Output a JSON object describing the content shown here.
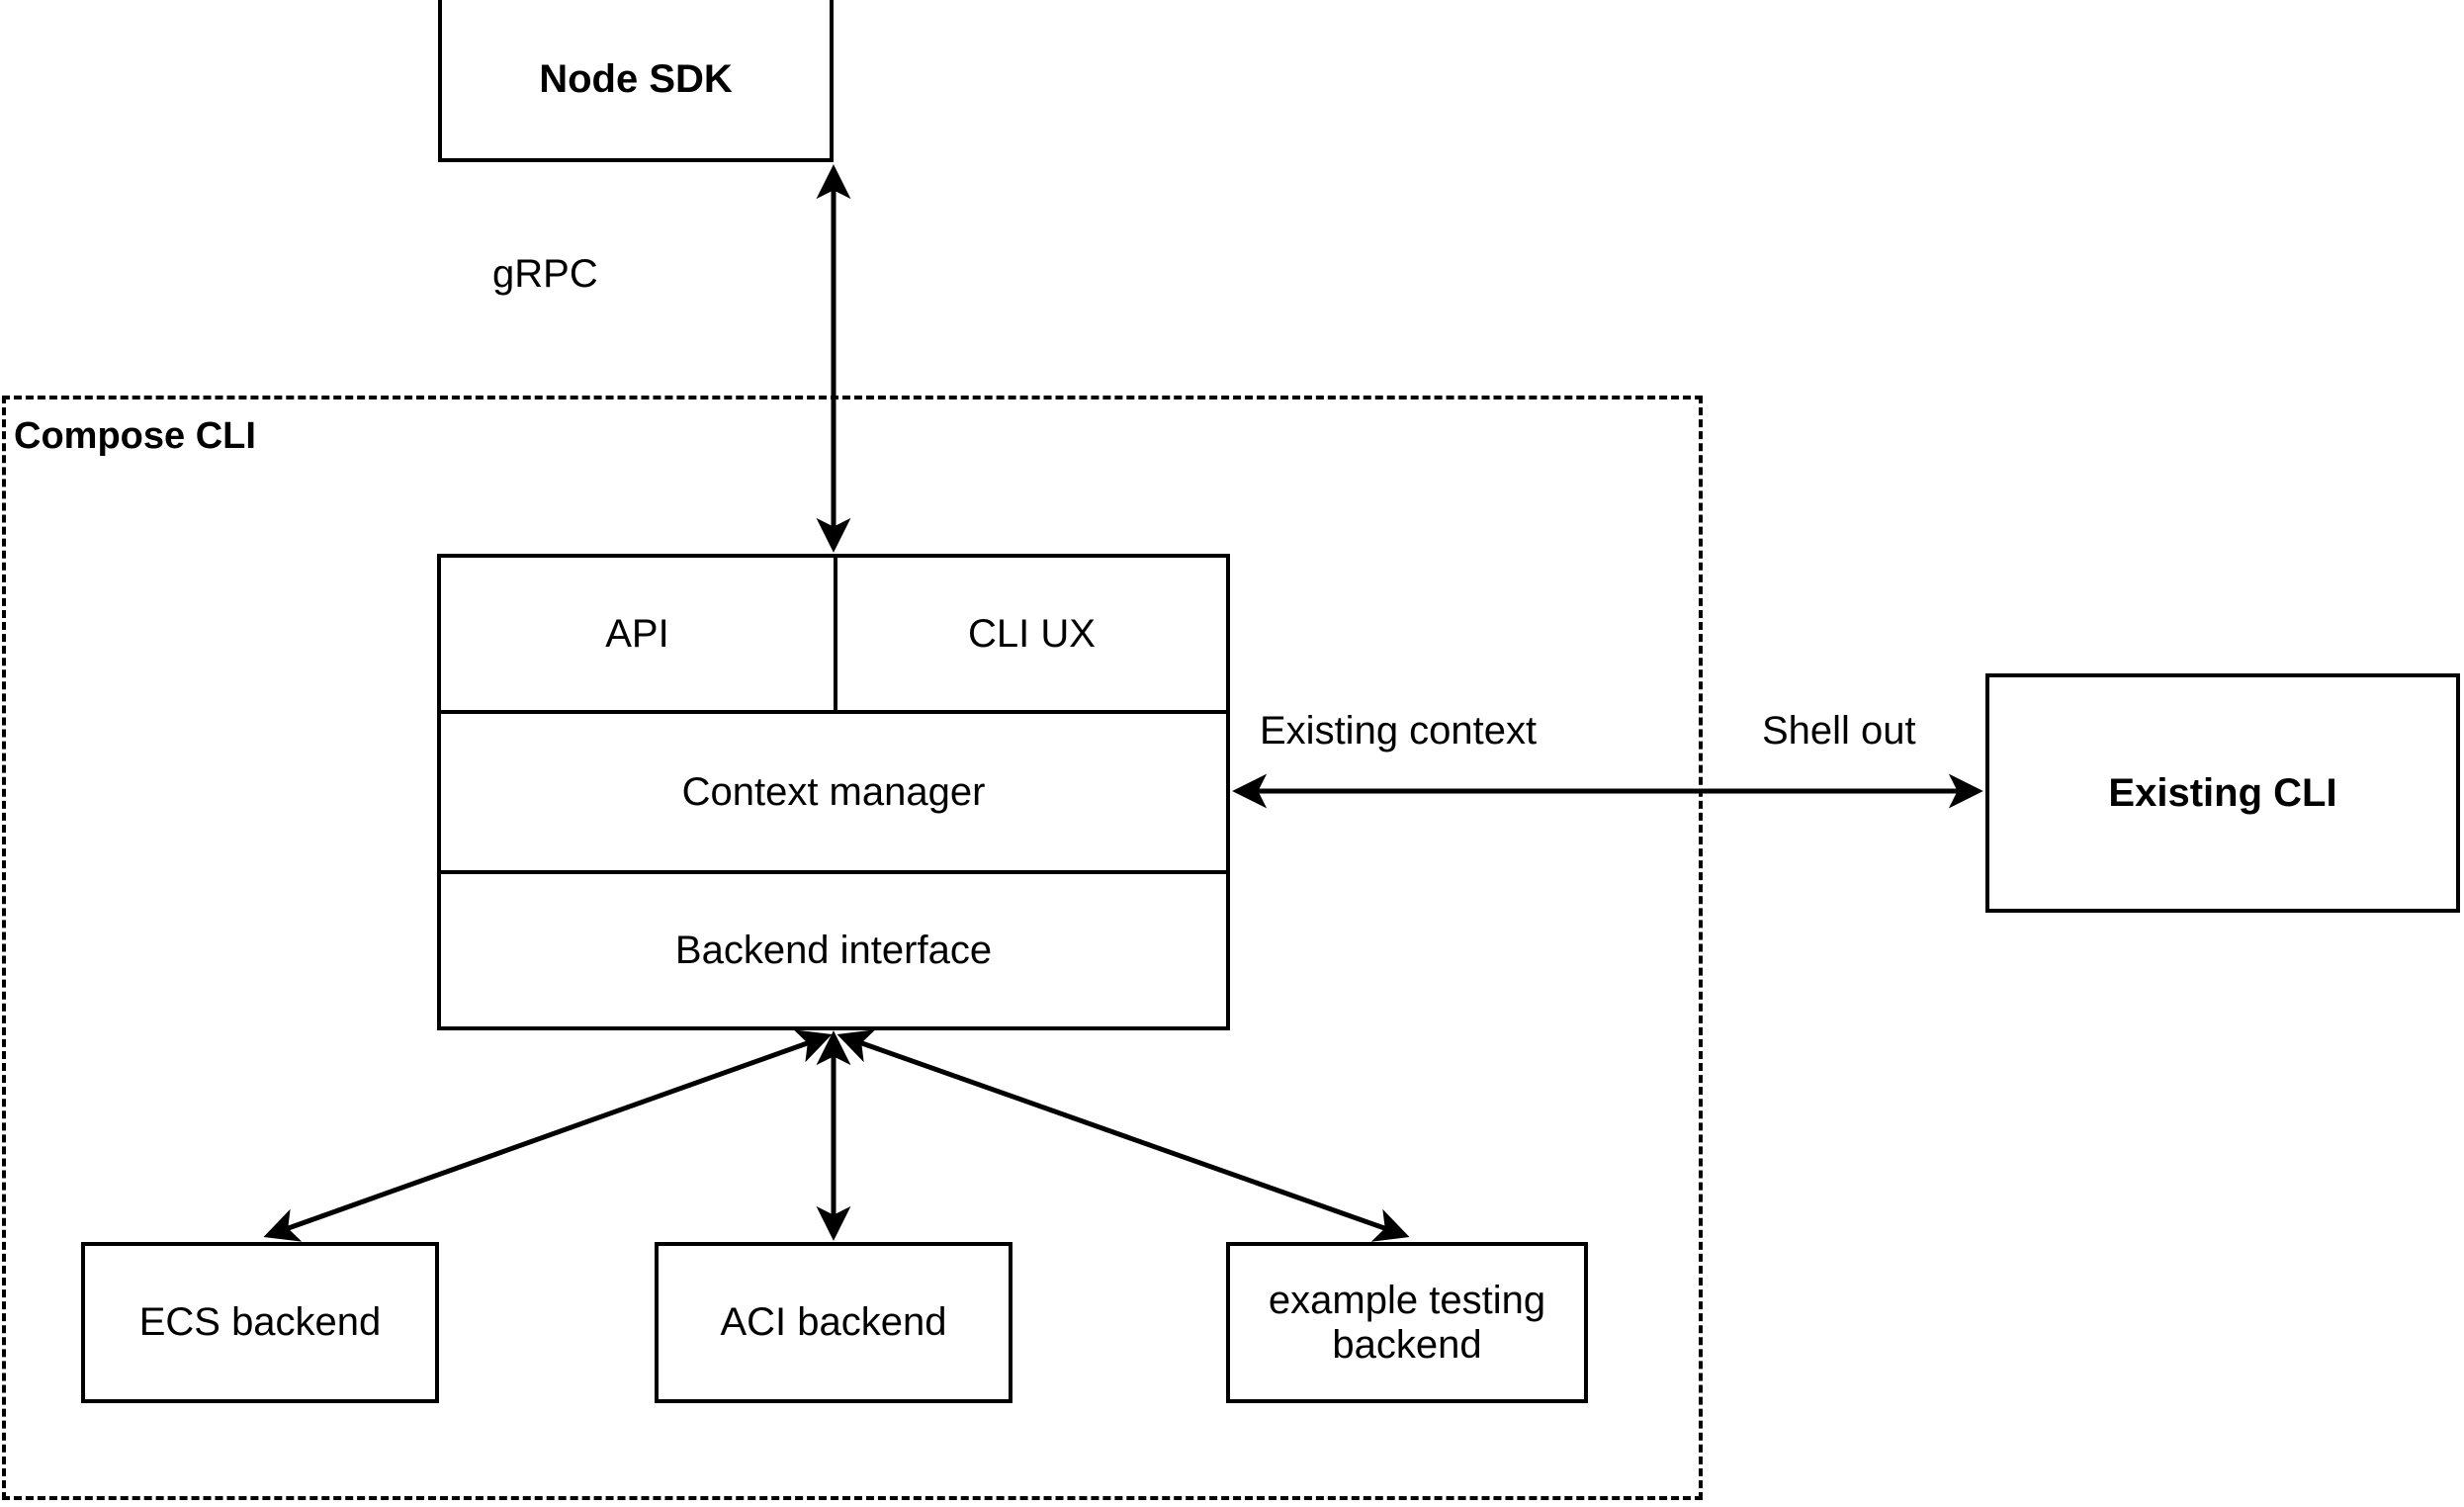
{
  "diagram": {
    "title_group": {
      "label": "Compose CLI"
    },
    "nodes": [
      {
        "id": "node-sdk",
        "label": "Node SDK",
        "bold": true
      },
      {
        "id": "api",
        "label": "API",
        "bold": false
      },
      {
        "id": "cli-ux",
        "label": "CLI UX",
        "bold": false
      },
      {
        "id": "context-manager",
        "label": "Context manager",
        "bold": false
      },
      {
        "id": "backend-interface",
        "label": "Backend interface",
        "bold": false
      },
      {
        "id": "existing-cli",
        "label": "Existing CLI",
        "bold": true
      },
      {
        "id": "ecs-backend",
        "label": "ECS backend",
        "bold": false
      },
      {
        "id": "aci-backend",
        "label": "ACI backend",
        "bold": false
      },
      {
        "id": "example-testing-backend",
        "label": "example testing\nbackend",
        "bold": false
      }
    ],
    "edges": [
      {
        "id": "grpc",
        "label": "gRPC",
        "from": "compose-cli-stack",
        "to": "node-sdk",
        "direction": "both"
      },
      {
        "id": "existing-context",
        "label": "Existing context",
        "from": "existing-cli",
        "to": "context-manager",
        "direction": "both"
      },
      {
        "id": "shell-out",
        "label": "Shell out",
        "from": "context-manager",
        "to": "existing-cli",
        "direction": "both"
      },
      {
        "id": "backend-ecs",
        "label": "",
        "from": "backend-interface",
        "to": "ecs-backend",
        "direction": "both"
      },
      {
        "id": "backend-aci",
        "label": "",
        "from": "backend-interface",
        "to": "aci-backend",
        "direction": "both"
      },
      {
        "id": "backend-example",
        "label": "",
        "from": "backend-interface",
        "to": "example-testing-backend",
        "direction": "both"
      }
    ],
    "colors": {
      "stroke": "#000000",
      "fill": "#ffffff",
      "text": "#000000"
    }
  }
}
